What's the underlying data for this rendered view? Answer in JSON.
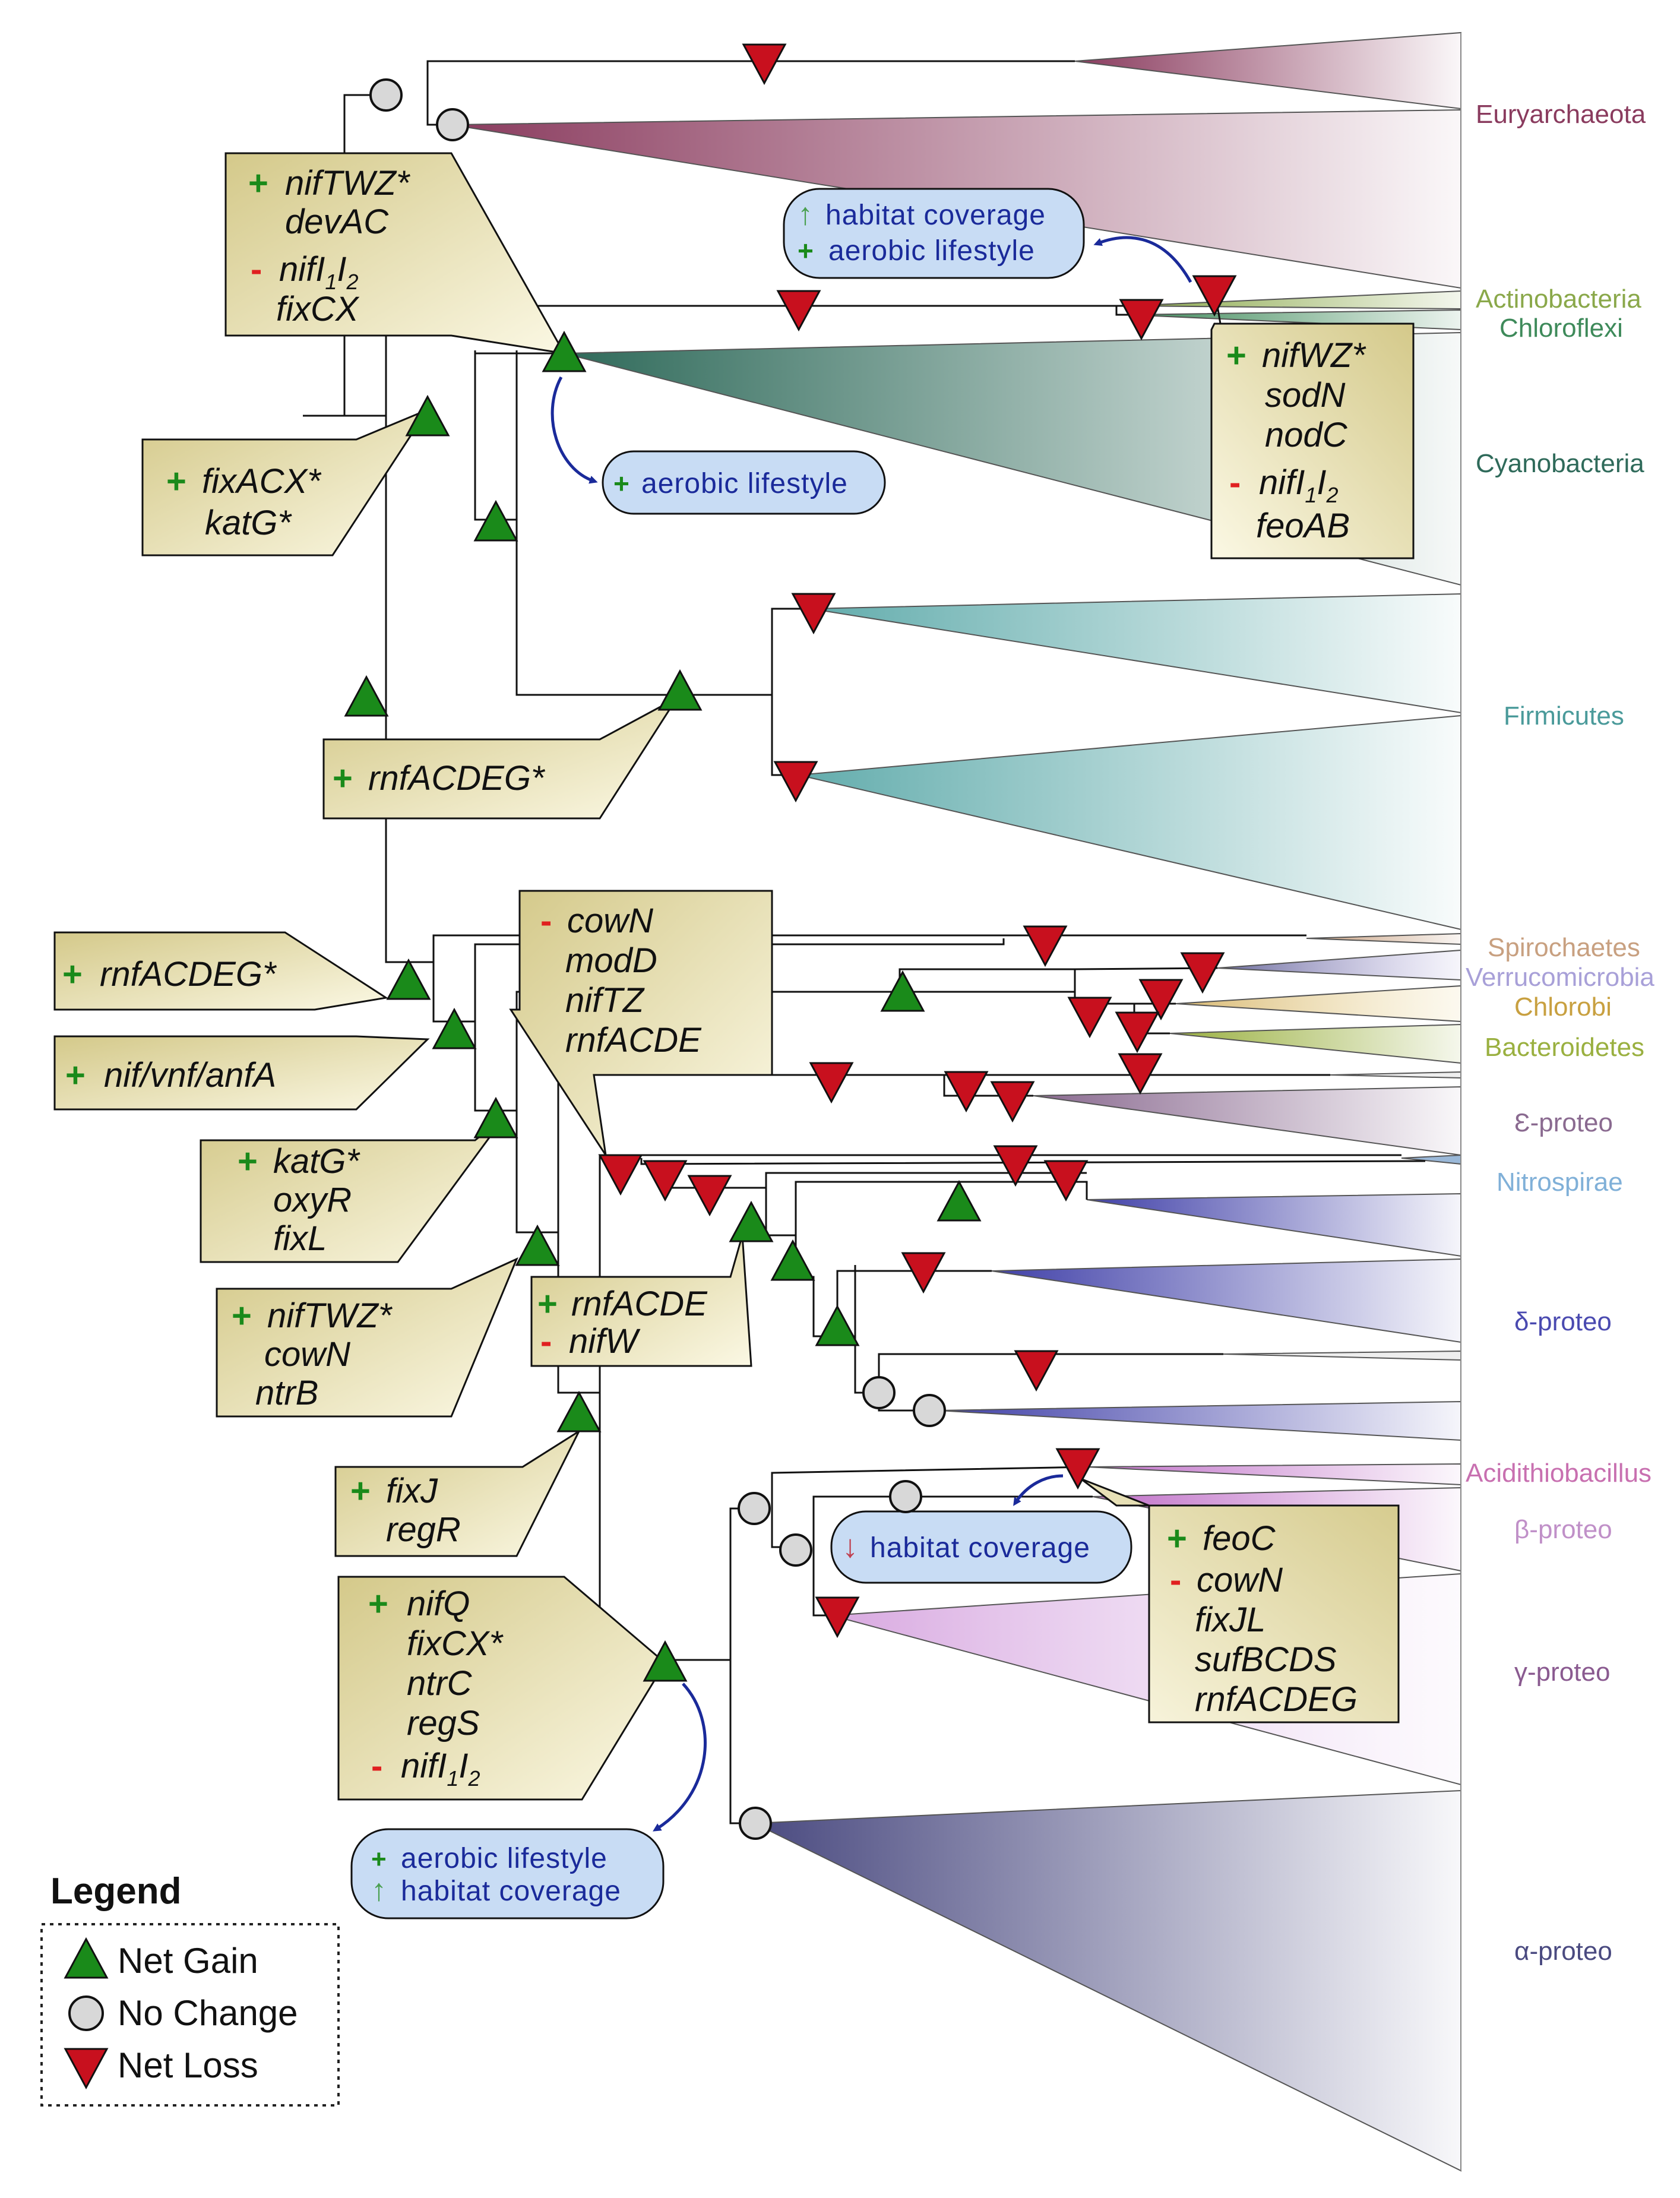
{
  "taxa": {
    "euryarchaeota": {
      "label": "Euryarchaeota",
      "color": "#8a3b5e"
    },
    "actinobacteria": {
      "label": "Actinobacteria",
      "color": "#8aa84a"
    },
    "chloroflexi": {
      "label": "Chloroflexi",
      "color": "#3e8a5a"
    },
    "cyanobacteria": {
      "label": "Cyanobacteria",
      "color": "#2f6a5a"
    },
    "firmicutes": {
      "label": "Firmicutes",
      "color": "#4a9a9a"
    },
    "spirochaetes": {
      "label": "Spirochaetes",
      "color": "#c8a080"
    },
    "verrucomicrobia": {
      "label": "Verrucomicrobia",
      "color": "#a8a0d8"
    },
    "chlorobi": {
      "label": "Chlorobi",
      "color": "#c8a040"
    },
    "bacteroidetes": {
      "label": "Bacteroidetes",
      "color": "#9ab040"
    },
    "epsilon": {
      "label": "Ɛ-proteo",
      "color": "#8a6a90"
    },
    "nitrospirae": {
      "label": "Nitrospirae",
      "color": "#80b0d8"
    },
    "delta": {
      "label": "δ-proteo",
      "color": "#4a4ab0"
    },
    "acidithiobacillus": {
      "label": "Acidithiobacillus",
      "color": "#c870b0"
    },
    "beta": {
      "label": "β-proteo",
      "color": "#c090c8"
    },
    "gamma": {
      "label": "γ-proteo",
      "color": "#8a5a90"
    },
    "alpha": {
      "label": "α-proteo",
      "color": "#4a4a80"
    }
  },
  "boxes": {
    "b1": {
      "plus1": "+",
      "g1": "nifTWZ*",
      "g2": "devAC",
      "minus1": "-",
      "g3a": "nifI",
      "g3b": "1",
      "g3c": "I",
      "g3d": "2",
      "g4": "fixCX"
    },
    "b2": {
      "plus1": "+",
      "g1": "fixACX*",
      "g2": "katG*"
    },
    "b3": {
      "plus1": "+",
      "g1": "rnfACDEG*"
    },
    "b4": {
      "plus1": "+",
      "g1": "nifWZ*",
      "g2": "sodN",
      "g3": "nodC",
      "minus1": "-",
      "g4a": "nifI",
      "g4b": "1",
      "g4c": "I",
      "g4d": "2",
      "g5": "feoAB"
    },
    "b5": {
      "minus1": "-",
      "g1": "cowN",
      "g2": "modD",
      "g3": "nifTZ",
      "g4": "rnfACDE"
    },
    "b6": {
      "plus1": "+",
      "g1": "rnfACDEG*"
    },
    "b7": {
      "plus1": "+",
      "g1": "nif/vnf/anfA"
    },
    "b8": {
      "plus1": "+",
      "g1": "katG*",
      "g2": "oxyR",
      "g3": "fixL"
    },
    "b9": {
      "plus1": "+",
      "g1": "nifTWZ*",
      "g2": "cowN",
      "g3": "ntrB"
    },
    "b10": {
      "plus1": "+",
      "g1": "rnfACDE",
      "minus1": "-",
      "g2": "nifW"
    },
    "b11": {
      "plus1": "+",
      "g1": "fixJ",
      "g2": "regR"
    },
    "b12": {
      "plus1": "+",
      "g1": "nifQ",
      "g2": "fixCX*",
      "g3": "ntrC",
      "g4": "regS",
      "minus1": "-",
      "g5a": "nifI",
      "g5b": "1",
      "g5c": "I",
      "g5d": "2"
    },
    "b13": {
      "plus1": "+",
      "g1": "feoC",
      "minus1": "-",
      "g2": "cowN",
      "g3": "fixJL",
      "g4": "sufBCDS",
      "g5": "rnfACDEG"
    }
  },
  "bubbles": {
    "top": {
      "arrow": "↑",
      "line1": "habitat coverage",
      "plus": "+",
      "line2": "aerobic lifestyle"
    },
    "cyan": {
      "plus": "+",
      "line1": "aerobic lifestyle"
    },
    "beta": {
      "arrow": "↓",
      "line1": "habitat coverage"
    },
    "alpha": {
      "plus": "+",
      "line1": "aerobic lifestyle",
      "arrow": "↑",
      "line2": "habitat coverage"
    }
  },
  "legend": {
    "title": "Legend",
    "gain": "Net Gain",
    "none": "No Change",
    "loss": "Net Loss"
  },
  "colors": {
    "gain": "#1a8a1a",
    "loss": "#c8101e",
    "nochange": "#d8d8d8",
    "box_fill_dark": "#d8cf8e",
    "box_fill_light": "#fbf8e2",
    "bubble_fill": "#c8dcf4",
    "arrow": "#1a2a9a"
  }
}
